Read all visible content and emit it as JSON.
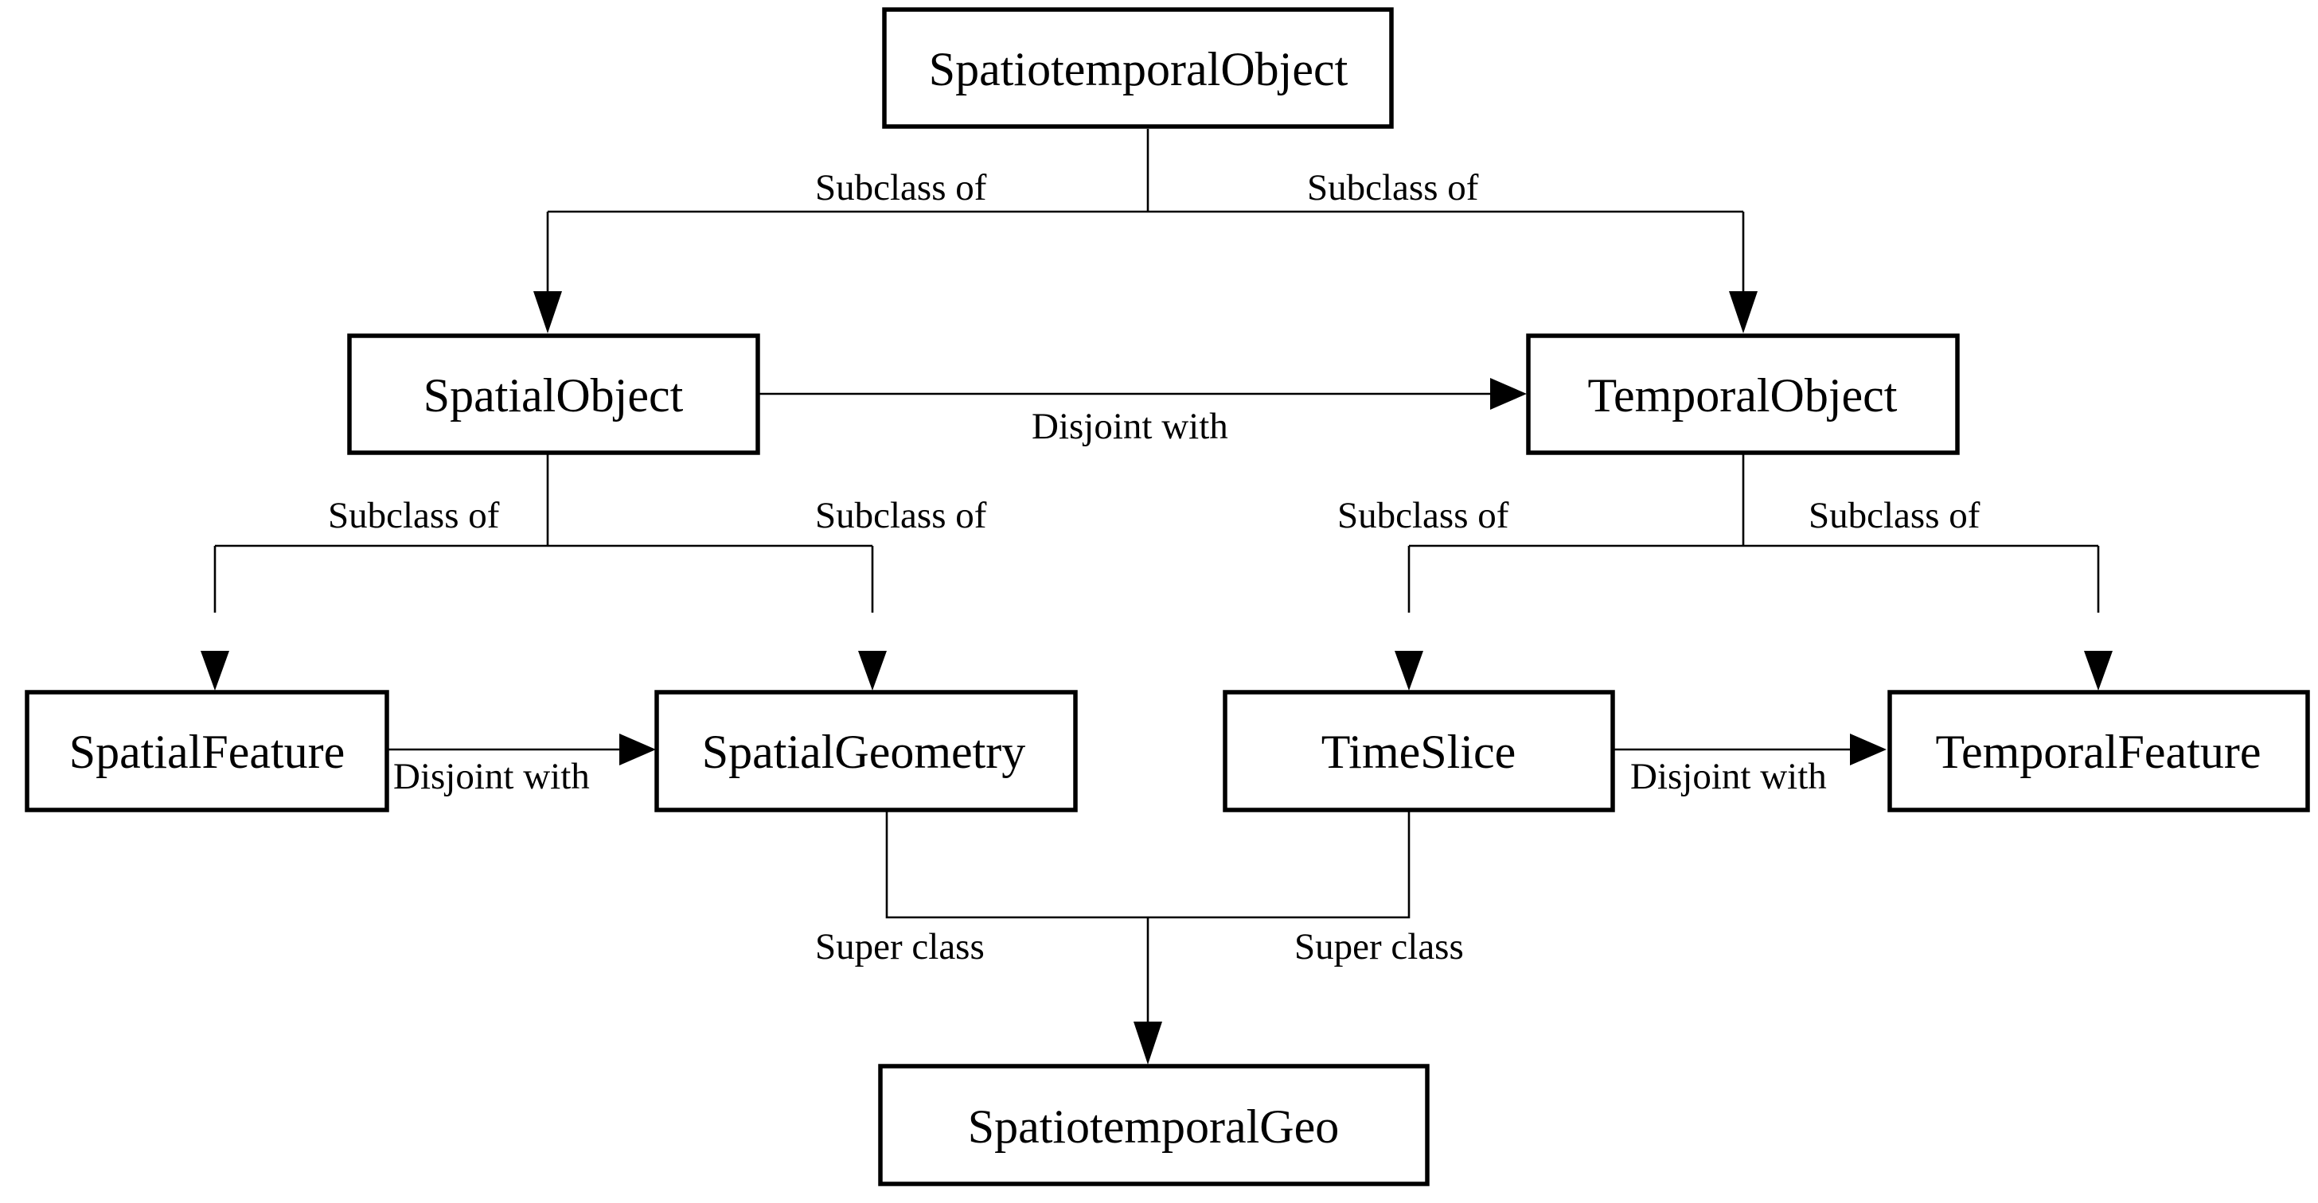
{
  "nodes": {
    "spatiotemporal_object": "SpatiotemporalObject",
    "spatial_object": "SpatialObject",
    "temporal_object": "TemporalObject",
    "spatial_feature": "SpatialFeature",
    "spatial_geometry": "SpatialGeometry",
    "time_slice": "TimeSlice",
    "temporal_feature": "TemporalFeature",
    "spatiotemporal_geo": "SpatiotemporalGeo"
  },
  "edges": {
    "root_to_spatial": "Subclass of",
    "root_to_temporal": "Subclass of",
    "spatial_temporal_disjoint": "Disjoint with",
    "spatial_to_feature": "Subclass of",
    "spatial_to_geometry": "Subclass of",
    "temporal_to_timeslice": "Subclass of",
    "temporal_to_feature": "Subclass of",
    "feature_geometry_disjoint": "Disjoint with",
    "timeslice_feature_disjoint": "Disjoint with",
    "geometry_super": "Super class",
    "timeslice_super": "Super class"
  },
  "colors": {
    "line": "#000000",
    "background": "#ffffff"
  }
}
